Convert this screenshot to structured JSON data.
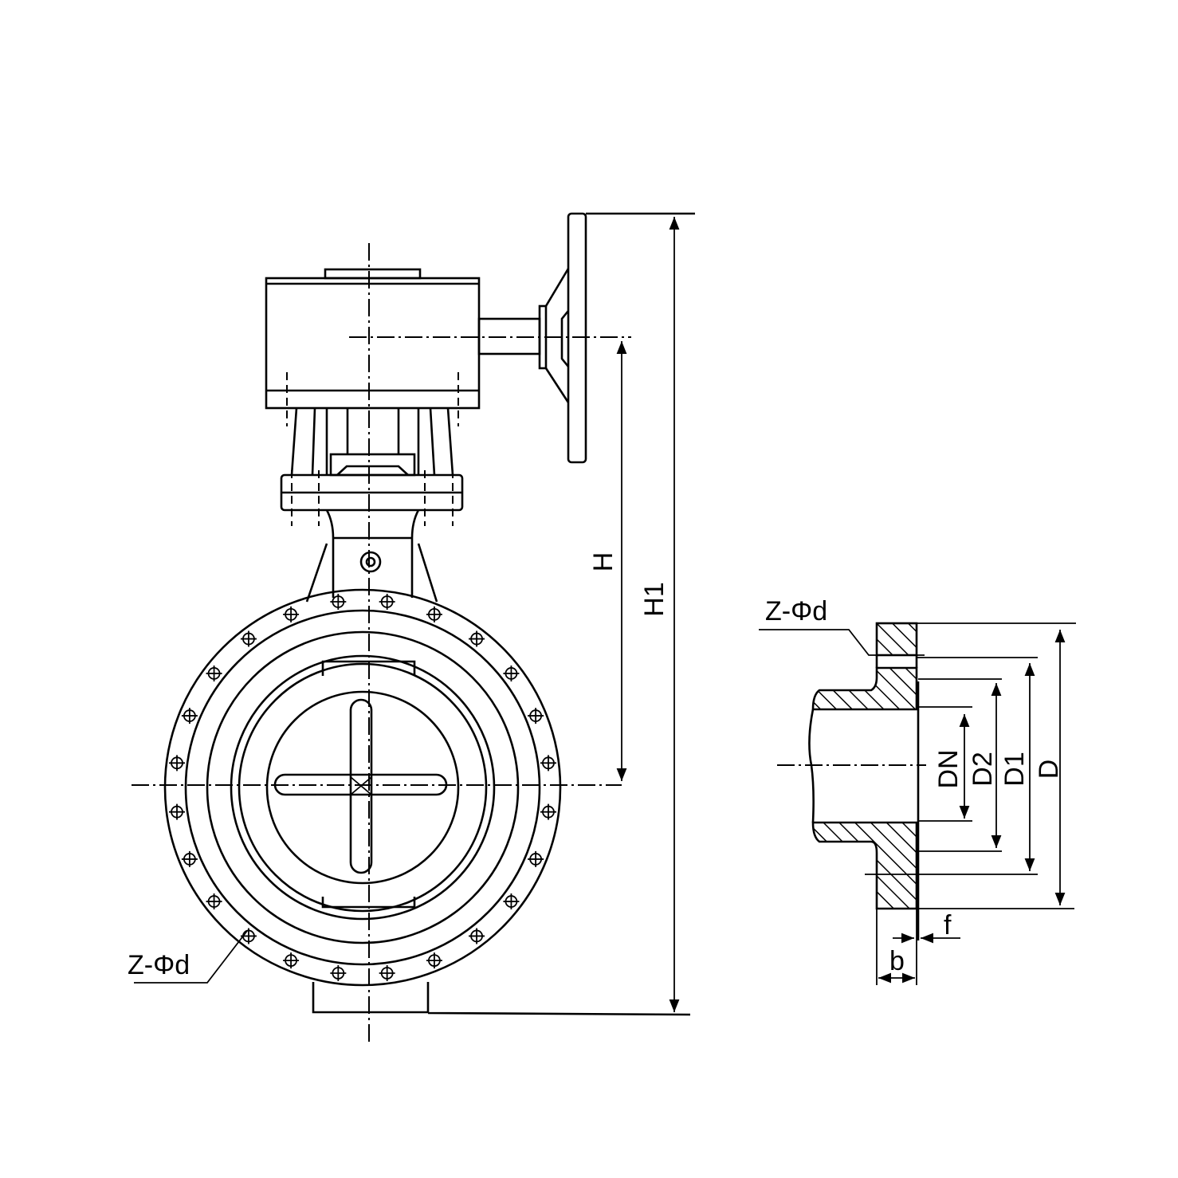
{
  "main_view": {
    "dim_h": "H",
    "dim_h1": "H1",
    "bolt_callout": "Z-Φd",
    "bolt_count": 24
  },
  "flange_section": {
    "bolt_callout": "Z-Φd",
    "dim_dn": "DN",
    "dim_d2": "D2",
    "dim_d1": "D1",
    "dim_d": "D",
    "dim_b": "b",
    "dim_f": "f"
  },
  "colors": {
    "line": "#000000",
    "background": "#ffffff"
  }
}
